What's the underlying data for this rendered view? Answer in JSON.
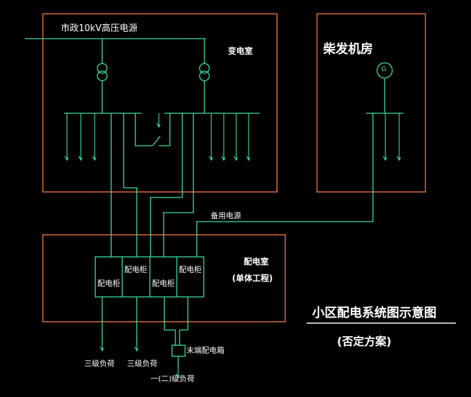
{
  "source_label": "市政10kV高压电源",
  "substation_label": "变电室",
  "generator_room_label": "柴发机房",
  "generator_symbol": "G",
  "backup_power_label": "备用电源",
  "distribution_room_label": "配电室",
  "distribution_room_sub": "(单体工程)",
  "cabinets": [
    "配电柜",
    "配电柜",
    "配电柜",
    "配电柜"
  ],
  "end_box_label": "末端配电箱",
  "loads": {
    "third_level_1": "三级负荷",
    "third_level_2": "三级负荷",
    "first_second_level": "一(二)级负荷"
  },
  "diagram_title": "小区配电系统图示意图",
  "diagram_subtitle": "(否定方案)",
  "colors": {
    "background": "#000000",
    "box_line": "#e06a3a",
    "circuit_line": "#3fe0a0",
    "text": "#ffffff"
  }
}
